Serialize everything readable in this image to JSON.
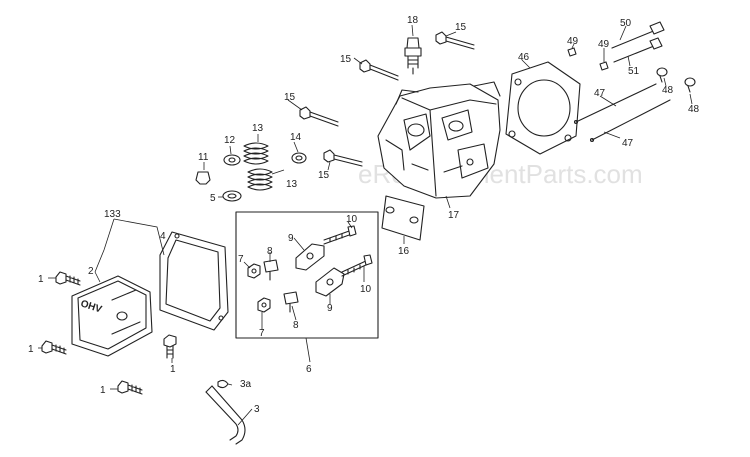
{
  "watermark": "eReplacementParts.com",
  "callouts": {
    "c133": "133",
    "c2": "2",
    "c4": "4",
    "c1a": "1",
    "c1b": "1",
    "c1c": "1",
    "c1d": "1",
    "c3a": "3a",
    "c3": "3",
    "c5": "5",
    "c11": "11",
    "c12": "12",
    "c13a": "13",
    "c13b": "13",
    "c14": "14",
    "c15a": "15",
    "c15b": "15",
    "c15c": "15",
    "c15d": "15",
    "c18": "18",
    "c17": "17",
    "c16": "16",
    "c46": "46",
    "c49a": "49",
    "c49b": "49",
    "c50": "50",
    "c51": "51",
    "c48a": "48",
    "c48b": "48",
    "c47a": "47",
    "c47b": "47",
    "c10a": "10",
    "c10b": "10",
    "c9a": "9",
    "c9b": "9",
    "c8a": "8",
    "c8b": "8",
    "c7a": "7",
    "c7b": "7",
    "c6": "6"
  },
  "cover_text": "OHV"
}
